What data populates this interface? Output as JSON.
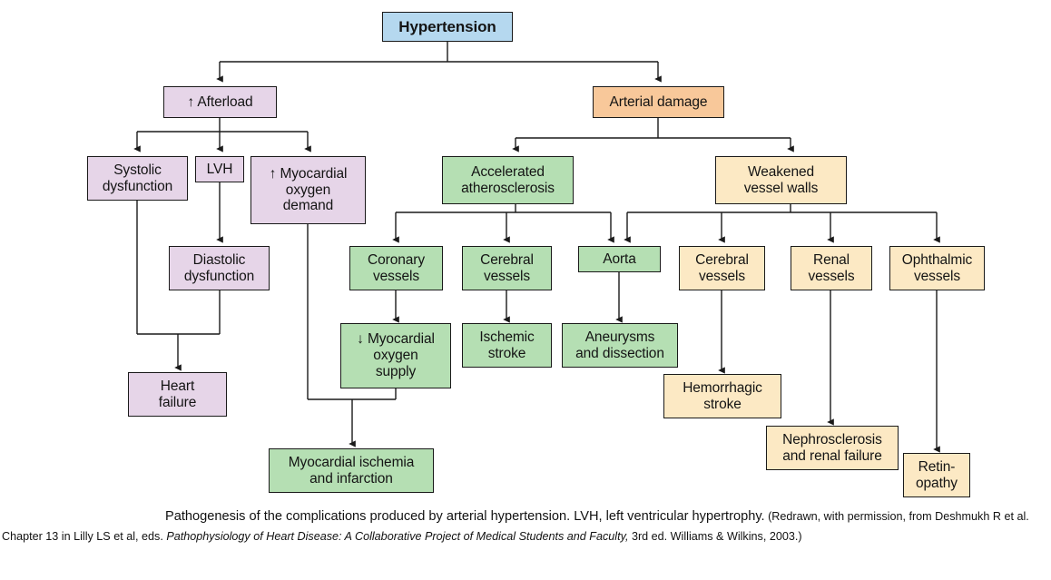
{
  "figure": {
    "type": "flowchart",
    "title": "Pathogenesis of the complications produced by arterial hypertension",
    "palette": {
      "blue": "#b5d8ef",
      "purple": "#e6d5e8",
      "green": "#b5dfb3",
      "orange": "#f8c89a",
      "cream": "#fce9c4",
      "border": "#1a1a1a",
      "background": "#ffffff"
    }
  },
  "nodes": {
    "hypertension": "Hypertension",
    "afterload": "↑ Afterload",
    "arterial_damage": "Arterial damage",
    "systolic_dysfunction": "Systolic\ndysfunction",
    "lvh": "LVH",
    "myocardial_oxygen_demand": "↑ Myocardial\noxygen\ndemand",
    "accelerated_atherosclerosis": "Accelerated\natherosclerosis",
    "weakened_vessel_walls": "Weakened\nvessel walls",
    "diastolic_dysfunction": "Diastolic\ndysfunction",
    "coronary_vessels": "Coronary\nvessels",
    "cerebral_vessels_green": "Cerebral\nvessels",
    "aorta": "Aorta",
    "cerebral_vessels_orange": "Cerebral\nvessels",
    "renal_vessels": "Renal\nvessels",
    "ophthalmic_vessels": "Ophthalmic\nvessels",
    "myocardial_oxygen_supply": "↓ Myocardial\noxygen\nsupply",
    "ischemic_stroke": "Ischemic\nstroke",
    "aneurysms_and_dissection": "Aneurysms\nand dissection",
    "heart_failure": "Heart\nfailure",
    "hemorrhagic_stroke": "Hemorrhagic\nstroke",
    "myocardial_ischemia": "Myocardial ischemia\nand infarction",
    "nephrosclerosis": "Nephrosclerosis\nand renal failure",
    "retinopathy": "Retin-\nopathy"
  },
  "node_lines": {
    "hypertension": [
      "Hypertension"
    ],
    "afterload": [
      "↑ Afterload"
    ],
    "arterial_damage": [
      "Arterial damage"
    ],
    "systolic_dysfunction": [
      "Systolic",
      "dysfunction"
    ],
    "lvh": [
      "LVH"
    ],
    "myocardial_oxygen_demand": [
      "↑ Myocardial",
      "oxygen",
      "demand"
    ],
    "accelerated_atherosclerosis": [
      "Accelerated",
      "atherosclerosis"
    ],
    "weakened_vessel_walls": [
      "Weakened",
      "vessel walls"
    ],
    "diastolic_dysfunction": [
      "Diastolic",
      "dysfunction"
    ],
    "coronary_vessels": [
      "Coronary",
      "vessels"
    ],
    "cerebral_vessels_green": [
      "Cerebral",
      "vessels"
    ],
    "aorta": [
      "Aorta"
    ],
    "cerebral_vessels_orange": [
      "Cerebral",
      "vessels"
    ],
    "renal_vessels": [
      "Renal",
      "vessels"
    ],
    "ophthalmic_vessels": [
      "Ophthalmic",
      "vessels"
    ],
    "myocardial_oxygen_supply": [
      "↓ Myocardial",
      "oxygen",
      "supply"
    ],
    "ischemic_stroke": [
      "Ischemic",
      "stroke"
    ],
    "aneurysms_and_dissection": [
      "Aneurysms",
      "and dissection"
    ],
    "heart_failure": [
      "Heart",
      "failure"
    ],
    "hemorrhagic_stroke": [
      "Hemorrhagic",
      "stroke"
    ],
    "myocardial_ischemia": [
      "Myocardial ischemia",
      "and infarction"
    ],
    "nephrosclerosis": [
      "Nephrosclerosis",
      "and renal failure"
    ],
    "retinopathy": [
      "Retin-",
      "opathy"
    ]
  },
  "edges": [
    {
      "from": "hypertension",
      "to": "afterload"
    },
    {
      "from": "hypertension",
      "to": "arterial_damage"
    },
    {
      "from": "afterload",
      "to": "systolic_dysfunction"
    },
    {
      "from": "afterload",
      "to": "lvh"
    },
    {
      "from": "afterload",
      "to": "myocardial_oxygen_demand"
    },
    {
      "from": "lvh",
      "to": "diastolic_dysfunction"
    },
    {
      "from": "systolic_dysfunction",
      "to": "heart_failure"
    },
    {
      "from": "diastolic_dysfunction",
      "to": "heart_failure"
    },
    {
      "from": "myocardial_oxygen_demand",
      "to": "myocardial_ischemia"
    },
    {
      "from": "arterial_damage",
      "to": "accelerated_atherosclerosis"
    },
    {
      "from": "arterial_damage",
      "to": "weakened_vessel_walls"
    },
    {
      "from": "accelerated_atherosclerosis",
      "to": "coronary_vessels"
    },
    {
      "from": "accelerated_atherosclerosis",
      "to": "cerebral_vessels_green"
    },
    {
      "from": "accelerated_atherosclerosis",
      "to": "aorta"
    },
    {
      "from": "weakened_vessel_walls",
      "to": "aorta"
    },
    {
      "from": "weakened_vessel_walls",
      "to": "cerebral_vessels_orange"
    },
    {
      "from": "weakened_vessel_walls",
      "to": "renal_vessels"
    },
    {
      "from": "weakened_vessel_walls",
      "to": "ophthalmic_vessels"
    },
    {
      "from": "coronary_vessels",
      "to": "myocardial_oxygen_supply"
    },
    {
      "from": "myocardial_oxygen_supply",
      "to": "myocardial_ischemia"
    },
    {
      "from": "cerebral_vessels_green",
      "to": "ischemic_stroke"
    },
    {
      "from": "aorta",
      "to": "aneurysms_and_dissection"
    },
    {
      "from": "cerebral_vessels_orange",
      "to": "hemorrhagic_stroke"
    },
    {
      "from": "renal_vessels",
      "to": "nephrosclerosis"
    },
    {
      "from": "ophthalmic_vessels",
      "to": "retinopathy"
    }
  ],
  "caption": {
    "lead": "Pathogenesis of the complications produced by arterial hypertension. LVH, left ventricular hypertrophy.",
    "source_pre": " (Redrawn, with permission, from Deshmukh R et al. Chapter 13 in Lilly LS et al, eds. ",
    "source_italic": "Pathophysiology of Heart Disease: A Collaborative Project of Medical Students and Faculty,",
    "source_post": " 3rd ed. Williams & Wilkins, 2003.)"
  }
}
